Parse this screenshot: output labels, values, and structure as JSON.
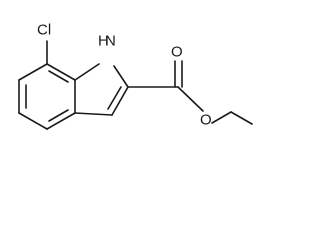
{
  "structure": {
    "atoms": {
      "chlorine": "Cl",
      "nitrogen": "H\nN",
      "nitrogen_hydrogen": "H",
      "nitrogen_symbol": "N",
      "carbonyl_oxygen": "O",
      "ester_oxygen": "O"
    }
  },
  "colors": {
    "bond": "#1a1a1a",
    "background": "#ffffff"
  }
}
